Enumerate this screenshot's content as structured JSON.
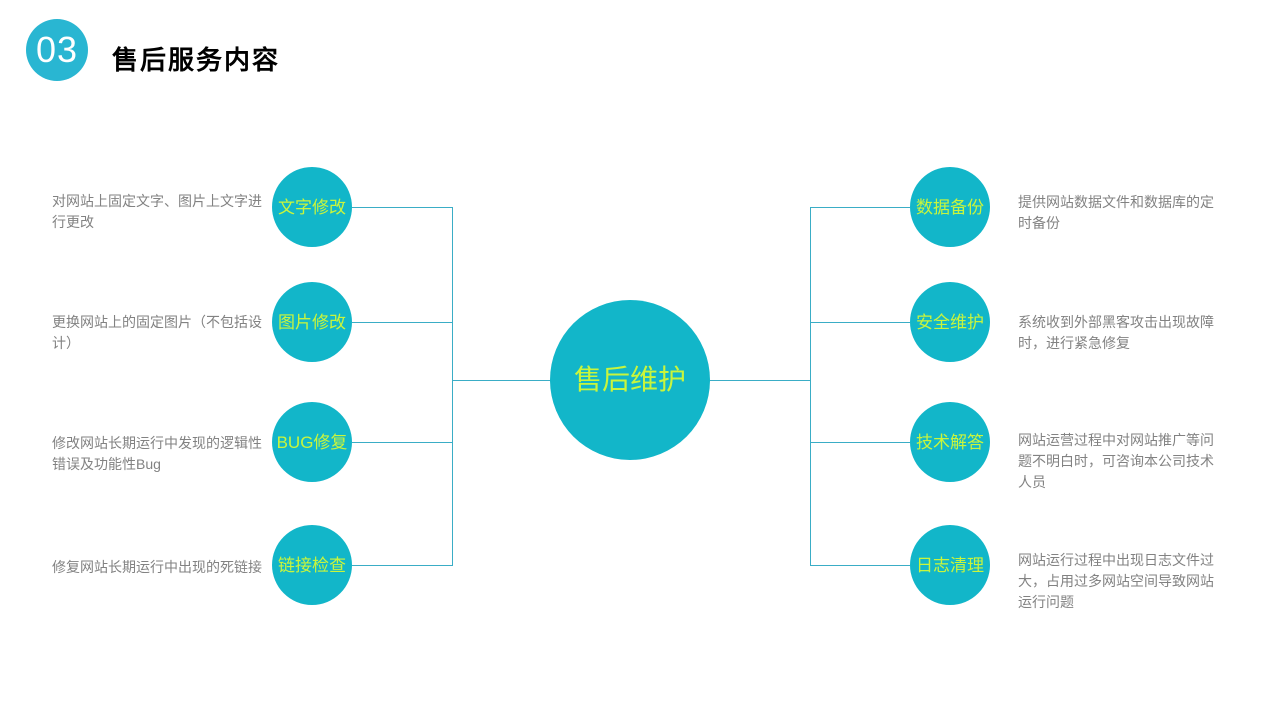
{
  "header": {
    "badge_number": "03",
    "title": "售后服务内容"
  },
  "center": {
    "label": "售后维护"
  },
  "left_branches": [
    {
      "label": "文字修改",
      "description": "对网站上固定文字、图片上文字进行更改"
    },
    {
      "label": "图片修改",
      "description": "更换网站上的固定图片（不包括设计）"
    },
    {
      "label": "BUG修复",
      "description": "修改网站长期运行中发现的逻辑性错误及功能性Bug"
    },
    {
      "label": "链接检查",
      "description": "修复网站长期运行中出现的死链接"
    }
  ],
  "right_branches": [
    {
      "label": "数据备份",
      "description": "提供网站数据文件和数据库的定时备份"
    },
    {
      "label": "安全维护",
      "description": "系统收到外部黑客攻击出现故障时，进行紧急修复"
    },
    {
      "label": "技术解答",
      "description": "网站运营过程中对网站推广等问题不明白时，可咨询本公司技术人员"
    },
    {
      "label": "日志清理",
      "description": "网站运行过程中出现日志文件过大，占用过多网站空间导致网站运行问题"
    }
  ],
  "colors": {
    "node_fill": "#12b6c9",
    "node_label": "#c9f53c",
    "badge_fill": "#29b6d2",
    "connector": "#3aadc6",
    "description_text": "#828282",
    "title_text": "#000000"
  }
}
